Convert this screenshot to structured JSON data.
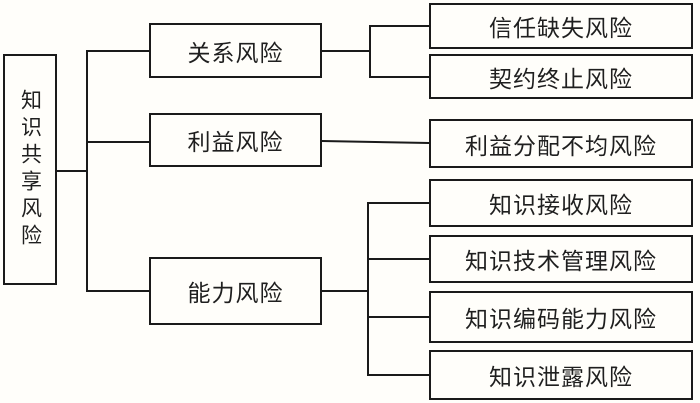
{
  "colors": {
    "background": "#fffefa",
    "line": "#1a1a1a",
    "text": "#1f1f1f"
  },
  "diagram": {
    "type": "tree",
    "root": {
      "label": "知识共享风险"
    },
    "branches": [
      {
        "label": "关系风险",
        "children": [
          {
            "label": "信任缺失风险"
          },
          {
            "label": "契约终止风险"
          }
        ]
      },
      {
        "label": "利益风险",
        "children": [
          {
            "label": "利益分配不均风险"
          }
        ]
      },
      {
        "label": "能力风险",
        "children": [
          {
            "label": "知识接收风险"
          },
          {
            "label": "知识技术管理风险"
          },
          {
            "label": "知识编码能力风险"
          },
          {
            "label": "知识泄露风险"
          }
        ]
      }
    ]
  }
}
